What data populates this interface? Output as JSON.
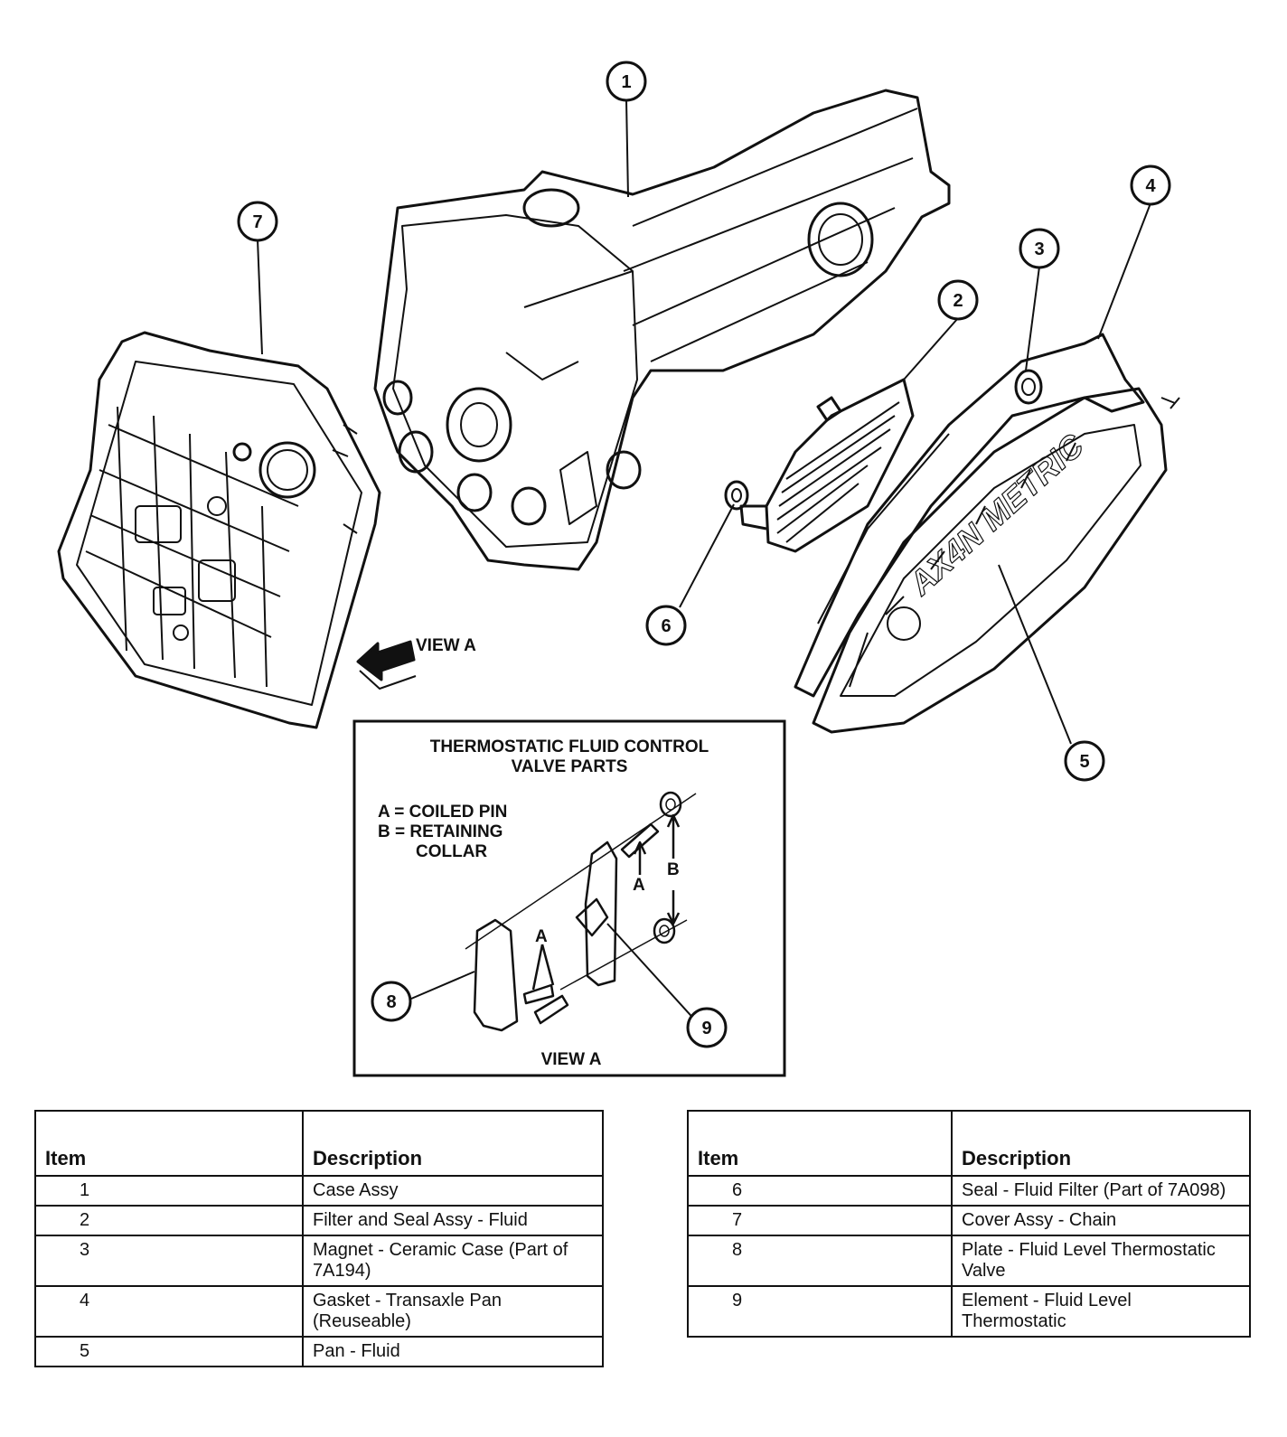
{
  "diagram": {
    "callouts": [
      "1",
      "2",
      "3",
      "4",
      "5",
      "6",
      "7",
      "8",
      "9"
    ],
    "view_a_label": "VIEW A",
    "pan_marking": "AX4N METRIC",
    "inset": {
      "title_line1": "THERMOSTATIC FLUID CONTROL",
      "title_line2": "VALVE PARTS",
      "legend_a": "A = COILED PIN",
      "legend_b_line1": "B = RETAINING",
      "legend_b_line2": "COLLAR",
      "letter_a": "A",
      "letter_b": "B",
      "caption": "VIEW A"
    }
  },
  "tables": {
    "headers": {
      "item": "Item",
      "description": "Description"
    },
    "left_rows": [
      {
        "item": "1",
        "description": "Case Assy"
      },
      {
        "item": "2",
        "description": "Filter and Seal Assy - Fluid"
      },
      {
        "item": "3",
        "description": "Magnet - Ceramic Case (Part of 7A194)"
      },
      {
        "item": "4",
        "description": "Gasket - Transaxle Pan (Reuseable)"
      },
      {
        "item": "5",
        "description": "Pan - Fluid"
      }
    ],
    "right_rows": [
      {
        "item": "6",
        "description": "Seal - Fluid Filter (Part of 7A098)"
      },
      {
        "item": "7",
        "description": "Cover Assy - Chain"
      },
      {
        "item": "8",
        "description": "Plate - Fluid Level Thermostatic Valve"
      },
      {
        "item": "9",
        "description": "Element - Fluid Level Thermostatic"
      }
    ]
  }
}
